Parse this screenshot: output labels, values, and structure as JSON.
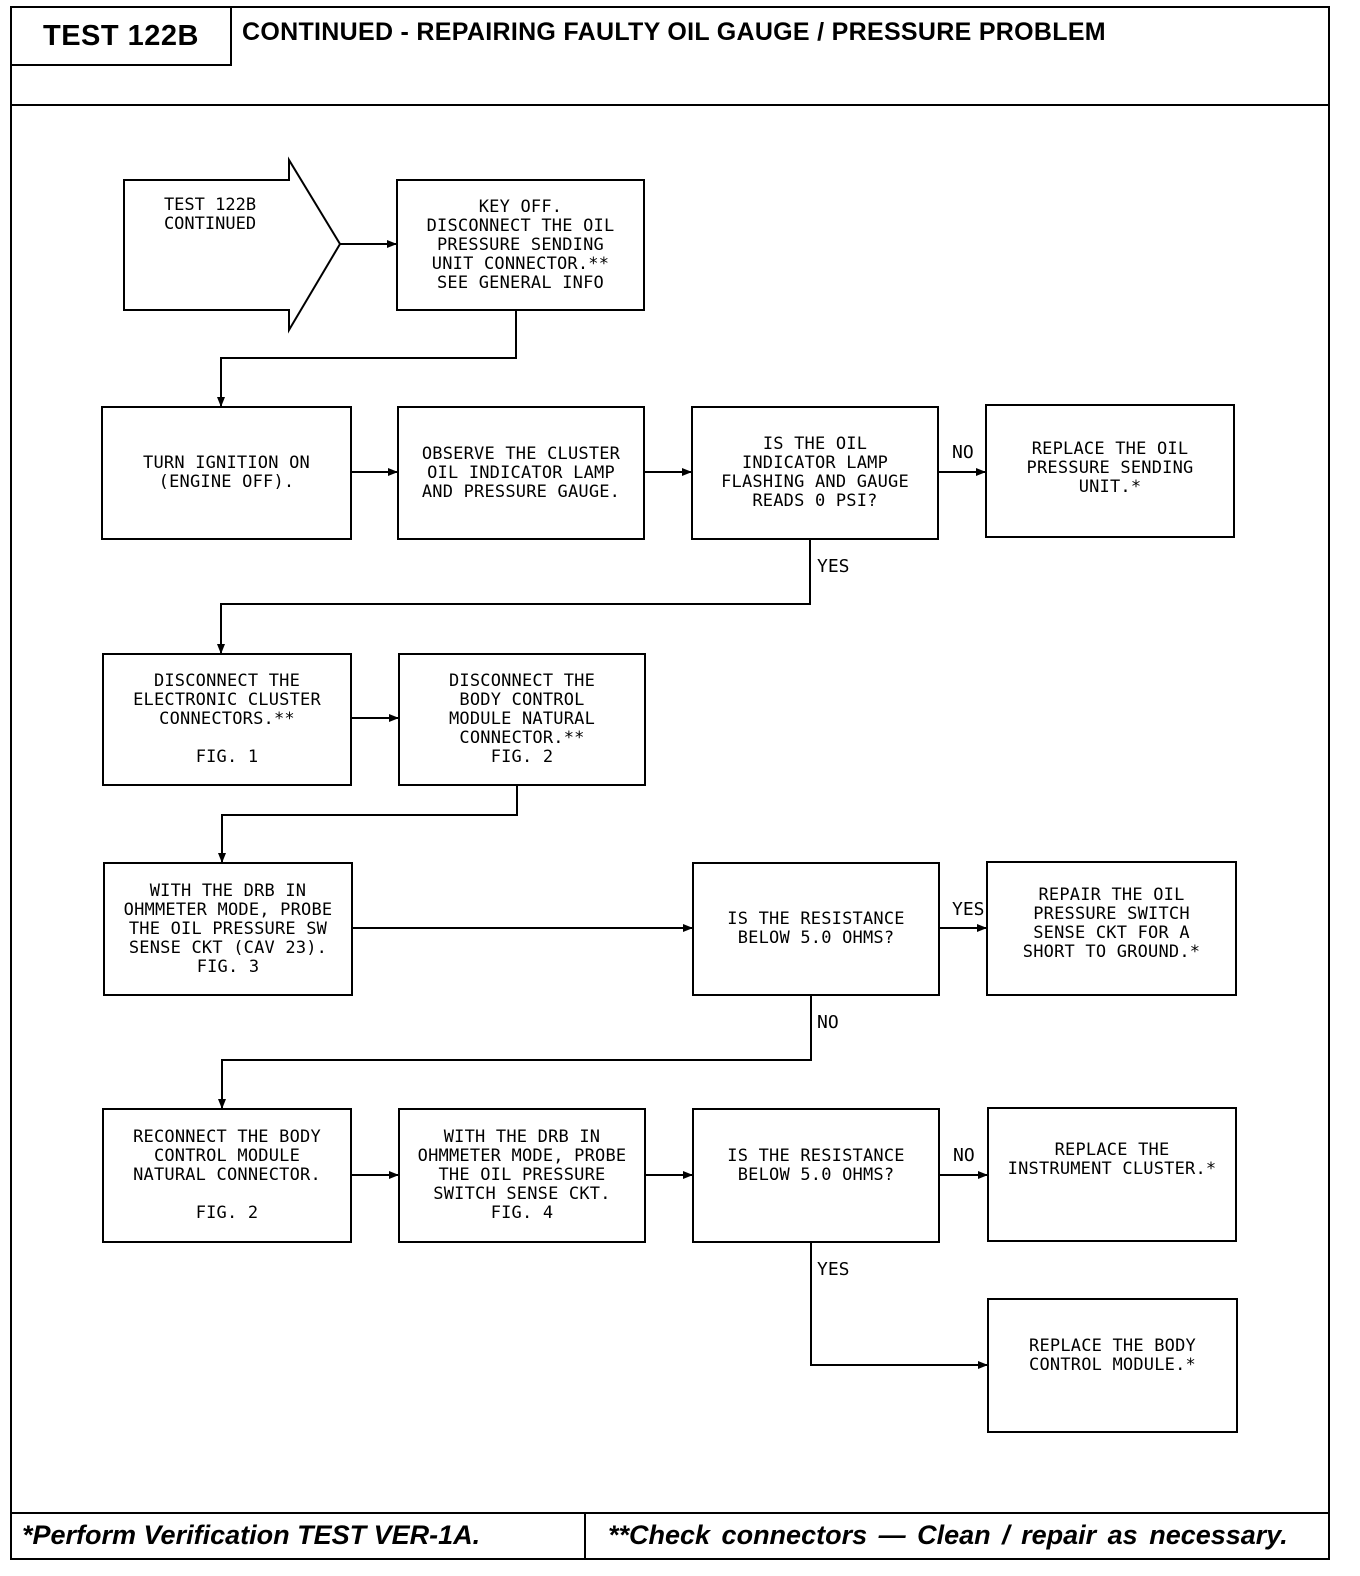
{
  "header": {
    "test_label": "TEST 122B",
    "title": "CONTINUED - REPAIRING FAULTY OIL GAUGE / PRESSURE PROBLEM"
  },
  "flow": {
    "start": "TEST 122B\nCONTINUED",
    "key_off": "KEY OFF.\nDISCONNECT THE OIL\nPRESSURE SENDING\nUNIT CONNECTOR.**\nSEE GENERAL INFO",
    "ignition_on": "TURN IGNITION ON\n(ENGINE OFF).",
    "observe": "OBSERVE THE CLUSTER\nOIL INDICATOR LAMP\nAND PRESSURE GAUGE.",
    "q_lamp": "IS THE OIL\nINDICATOR LAMP\nFLASHING AND GAUGE\nREADS 0 PSI?",
    "replace_sending_unit": "REPLACE THE OIL\nPRESSURE SENDING\nUNIT.*",
    "disc_cluster": "DISCONNECT THE\nELECTRONIC CLUSTER\nCONNECTORS.**\n\nFIG. 1",
    "disc_bcm": "DISCONNECT THE\nBODY CONTROL\nMODULE NATURAL\nCONNECTOR.**\nFIG. 2",
    "probe_sw": "WITH THE DRB IN\nOHMMETER MODE, PROBE\nTHE OIL PRESSURE SW\nSENSE CKT (CAV 23).\nFIG. 3",
    "q_res1": "IS THE RESISTANCE\nBELOW 5.0 OHMS?",
    "repair_switch": "REPAIR THE OIL\nPRESSURE SWITCH\nSENSE CKT FOR A\nSHORT TO GROUND.*",
    "reconnect_bcm": "RECONNECT THE BODY\nCONTROL MODULE\nNATURAL CONNECTOR.\n\nFIG. 2",
    "probe_switch": "WITH THE DRB IN\nOHMMETER MODE, PROBE\nTHE OIL PRESSURE\nSWITCH SENSE CKT.\nFIG. 4",
    "q_res2": "IS THE RESISTANCE\nBELOW 5.0 OHMS?",
    "replace_cluster": "REPLACE THE\nINSTRUMENT CLUSTER.*",
    "replace_bcm": "REPLACE THE BODY\nCONTROL MODULE.*"
  },
  "labels": {
    "no_1": "NO",
    "yes_1": "YES",
    "yes_2": "YES",
    "no_2": "NO",
    "no_3": "NO",
    "yes_3": "YES"
  },
  "footer": {
    "left": "*Perform Verification TEST VER-1A.",
    "right": "**Check connectors — Clean / repair as necessary."
  }
}
